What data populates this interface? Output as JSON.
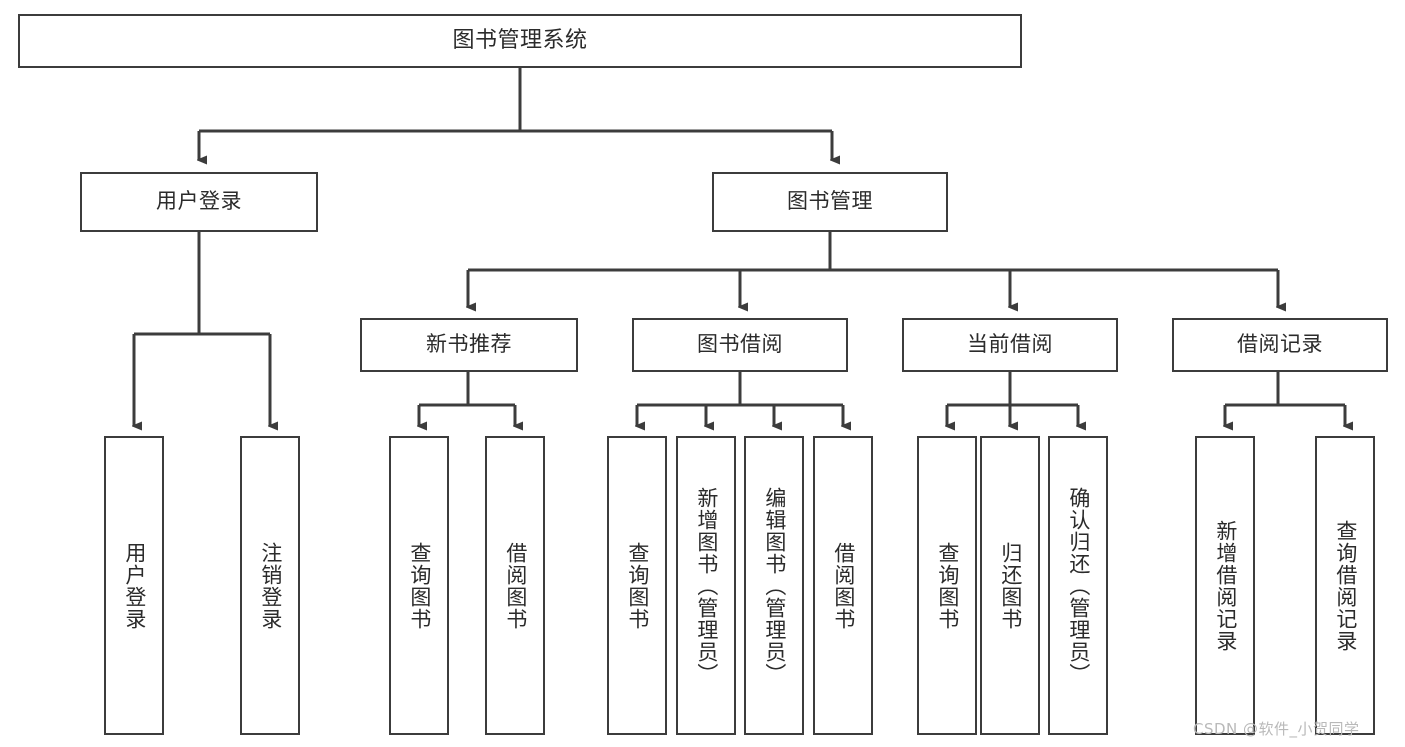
{
  "diagram": {
    "type": "hierarchy-tree",
    "title": "图书管理系统",
    "stroke_color": "#3c3c3c",
    "background_color": "#ffffff",
    "text_color": "#2b2b2b",
    "levels": [
      {
        "level": 1,
        "nodes": [
          {
            "id": "root",
            "label": "图书管理系统"
          }
        ]
      },
      {
        "level": 2,
        "nodes": [
          {
            "id": "login",
            "label": "用户登录"
          },
          {
            "id": "bookmgmt",
            "label": "图书管理"
          }
        ]
      },
      {
        "level": 3,
        "nodes": [
          {
            "id": "newbook",
            "label": "新书推荐"
          },
          {
            "id": "borrow",
            "label": "图书借阅"
          },
          {
            "id": "current",
            "label": "当前借阅"
          },
          {
            "id": "records",
            "label": "借阅记录"
          }
        ]
      }
    ],
    "leaves": {
      "login": [
        {
          "id": "leaf-user-login",
          "label": "用户登录"
        },
        {
          "id": "leaf-user-logout",
          "label": "注销登录"
        }
      ],
      "newbook": [
        {
          "id": "leaf-nb-query",
          "label": "查询图书"
        },
        {
          "id": "leaf-nb-borrow",
          "label": "借阅图书"
        }
      ],
      "borrow": [
        {
          "id": "leaf-bo-query",
          "label": "查询图书"
        },
        {
          "id": "leaf-bo-add",
          "label": "新增图书（管理员）"
        },
        {
          "id": "leaf-bo-edit",
          "label": "编辑图书（管理员）"
        },
        {
          "id": "leaf-bo-borrow",
          "label": "借阅图书"
        }
      ],
      "current": [
        {
          "id": "leaf-cu-query",
          "label": "查询图书"
        },
        {
          "id": "leaf-cu-return",
          "label": "归还图书"
        },
        {
          "id": "leaf-cu-confirm",
          "label": "确认归还（管理员）"
        }
      ],
      "records": [
        {
          "id": "leaf-re-add",
          "label": "新增借阅记录"
        },
        {
          "id": "leaf-re-query",
          "label": "查询借阅记录"
        }
      ]
    }
  },
  "watermark": {
    "text": "CSDN @软件_小贺同学"
  }
}
